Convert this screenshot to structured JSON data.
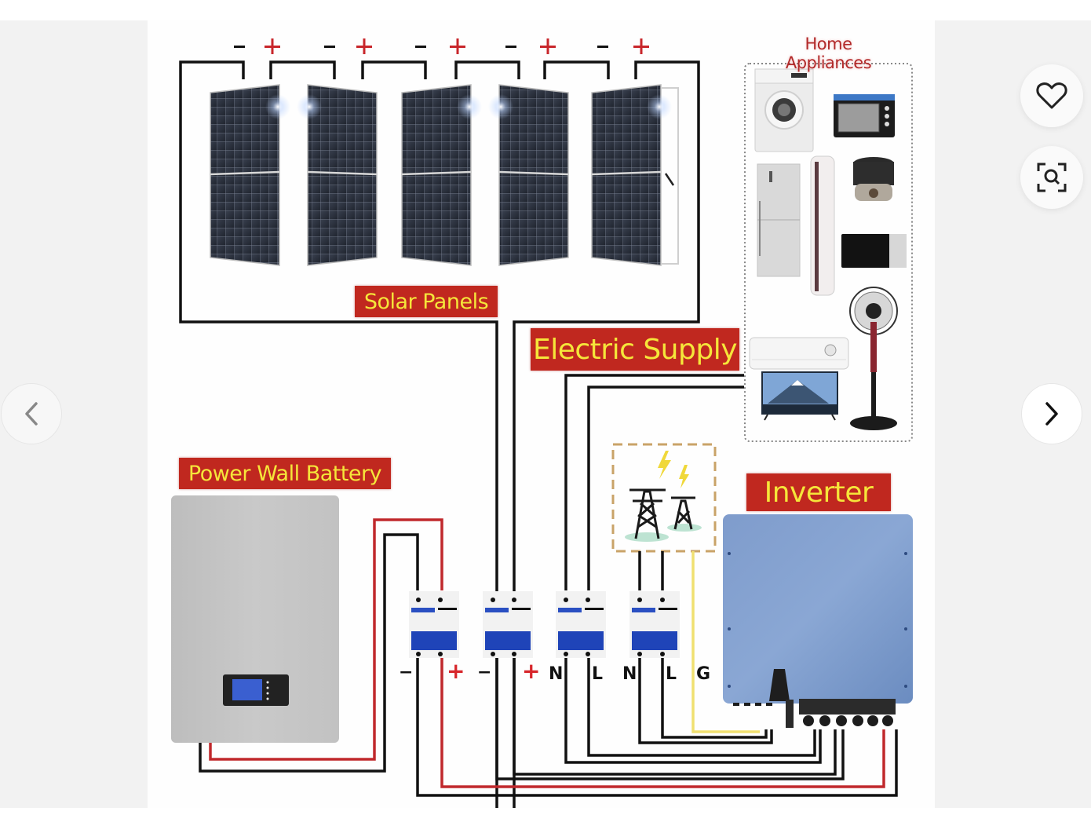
{
  "gallery": {
    "prev_button": {
      "icon": "chevron-left-icon",
      "label": "Previous image"
    },
    "next_button": {
      "icon": "chevron-right-icon",
      "label": "Next image"
    },
    "favorite_button": {
      "icon": "heart-icon",
      "label": "Add to favorites"
    },
    "visual_search_button": {
      "icon": "scan-search-icon",
      "label": "Search by image"
    }
  },
  "diagram": {
    "labels": {
      "solar_panels": "Solar Panels",
      "electric_supply": "Electric Supply",
      "power_wall_battery": "Power Wall Battery",
      "inverter": "Inverter",
      "home_appliances": "Home Appliances"
    },
    "panel_terminals": [
      "−",
      "+",
      "−",
      "+",
      "−",
      "+",
      "−",
      "+",
      "−",
      "+"
    ],
    "breaker_terminals": [
      "−",
      "+",
      "−",
      "+",
      "N",
      "L",
      "N",
      "L",
      "G"
    ],
    "panel_count": 5,
    "breaker_count": 4,
    "appliances": [
      "washing machine",
      "toaster oven",
      "refrigerator",
      "tower air conditioner",
      "rice cooker",
      "microwave",
      "split air conditioner",
      "stand fan",
      "television"
    ],
    "colors": {
      "label_bg": "#c0281f",
      "label_text": "#f5e63a",
      "wire_black": "#111111",
      "wire_red": "#c0282c",
      "wire_yellow": "#f0e070",
      "inverter_blue": "#86a3cf",
      "battery_gray": "#c6c6c6",
      "breaker_blue": "#1c3fb5"
    }
  }
}
